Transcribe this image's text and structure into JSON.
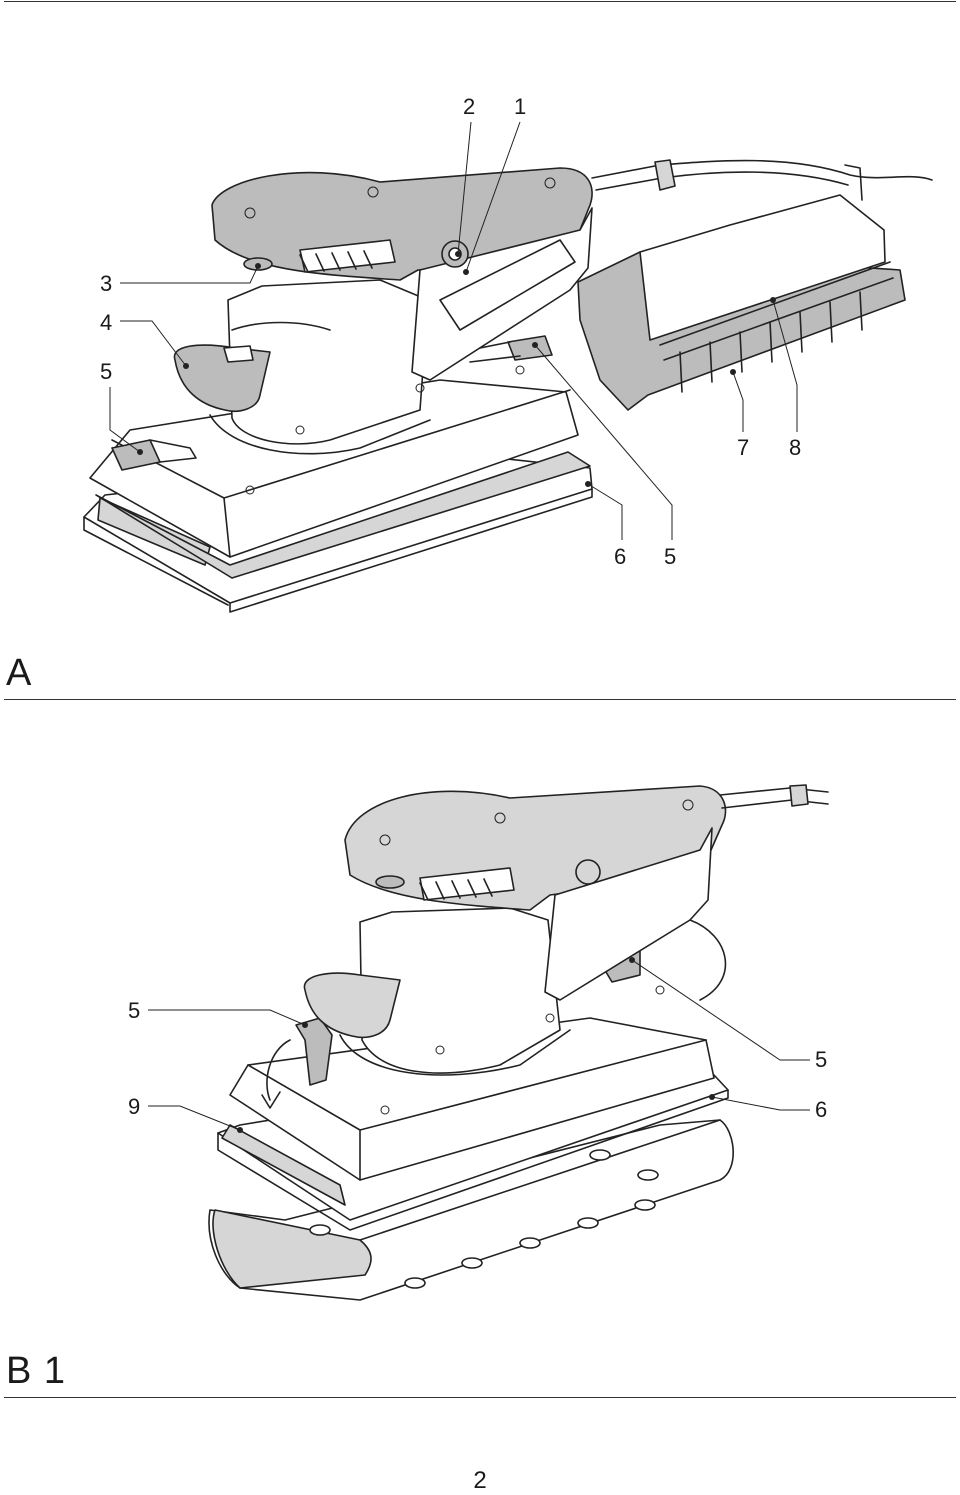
{
  "figure_a": {
    "label": "A",
    "callouts": {
      "c1": "1",
      "c2": "2",
      "c3": "3",
      "c4": "4",
      "c5_left": "5",
      "c5_bottom": "5",
      "c6": "6",
      "c7": "7",
      "c8": "8"
    }
  },
  "figure_b1": {
    "label": "B 1",
    "callouts": {
      "c5_left": "5",
      "c9": "9",
      "c5_right": "5",
      "c6": "6"
    }
  },
  "page_number": "2",
  "colors": {
    "housing_gray": "#bcbcbc",
    "light_gray": "#d6d6d6",
    "line": "#222222"
  }
}
